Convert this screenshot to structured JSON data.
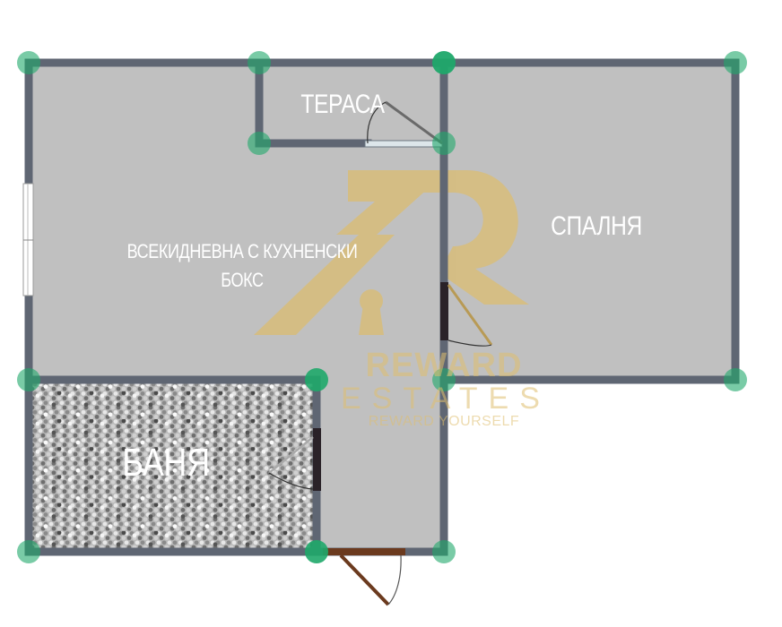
{
  "plan": {
    "rooms": [
      {
        "id": "living",
        "label_line1": "ВСЕКИДНЕВНА С КУХНЕНСКИ",
        "label_line2": "БОКС"
      },
      {
        "id": "terrace",
        "label": "ТЕРАСА"
      },
      {
        "id": "bedroom",
        "label": "СПАЛНЯ"
      },
      {
        "id": "bathroom",
        "label": "БАНЯ"
      }
    ],
    "colors": {
      "wall": "#5f6673",
      "floor": "#c0c0c0",
      "node": "#1fa86a",
      "door_entry": "#6b3a1e",
      "door_dark": "#2a2228",
      "watermark": "#dcbd6e"
    }
  },
  "watermark": {
    "brand_line1": "REWARD",
    "brand_line2": "ESTATES",
    "tagline": "REWARD YOURSELF",
    "logo_letter": "R"
  }
}
